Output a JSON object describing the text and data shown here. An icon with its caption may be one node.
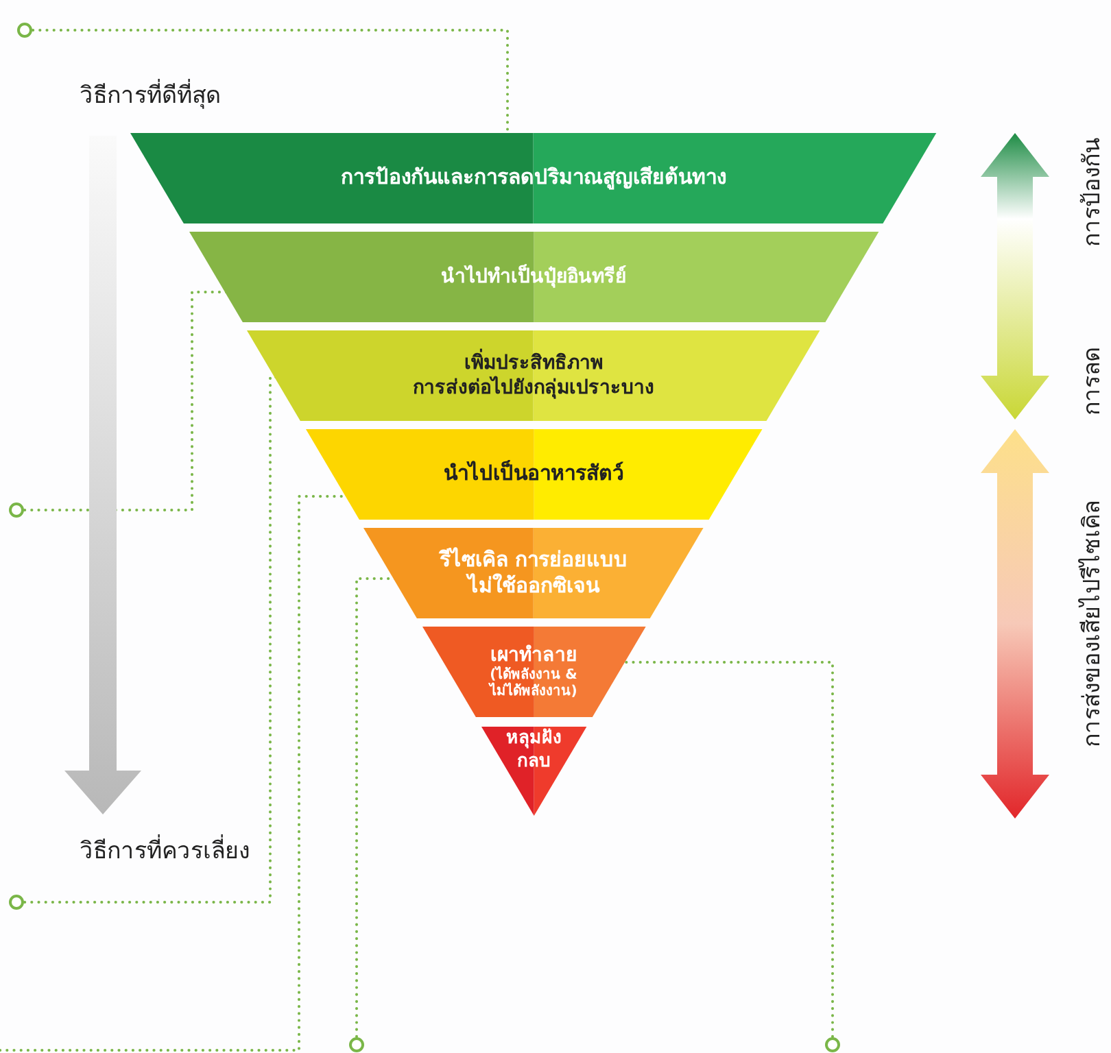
{
  "diagram": {
    "nodes": [
      {
        "text": [
          "การป้องกันและการลดปริมาณสูญเสียต้นทาง"
        ]
      },
      {
        "text": [
          "นำไปทำเป็นปุ๋ยอินทรีย์"
        ]
      },
      {
        "text": [
          "เพิ่มประสิทธิภาพ การส่งต่อไปยังกลุ่มเปราะบาง"
        ]
      },
      {
        "text": [
          "นำไปเป็นอาหารสัตว์"
        ]
      },
      {
        "text": [
          "รีไซเคิล การย่อยแบบ ไม่ใช้ออกซิเจน"
        ]
      },
      {
        "text": [
          "เผาทำลาย",
          "(ได้พลังงาน & ไม่ได้พลังงาน)"
        ]
      },
      {
        "text": [
          "หลุมฝัง กลบ"
        ]
      },
      {
        "text": [
          "วิธีการที่ดีที่สุด"
        ]
      },
      {
        "text": [
          "วิธีการที่ควรเลี่ยง"
        ]
      },
      {
        "text": [],
        "shape": "circle"
      },
      {
        "text": [],
        "shape": "circle"
      },
      {
        "text": [],
        "shape": "circle"
      },
      {
        "text": [],
        "shape": "circle"
      },
      {
        "text": [],
        "shape": "circle"
      }
    ],
    "edges": [
      {
        "from": 9,
        "to": 0,
        "arrow": "none",
        "style": "dashed"
      },
      {
        "from": 10,
        "to": 1,
        "arrow": "none",
        "style": "dashed"
      },
      {
        "from": 11,
        "to": 2,
        "arrow": "none",
        "style": "dashed"
      },
      {
        "from": null,
        "to": 3,
        "arrow": "none",
        "style": "dashed"
      },
      {
        "from": 12,
        "to": 4,
        "arrow": "none",
        "style": "dashed"
      },
      {
        "from": 13,
        "to": 5,
        "arrow": "none",
        "style": "dashed"
      },
      {
        "from": 7,
        "to": 8,
        "arrow": "to",
        "style": "thick",
        "color": "#b8b8b8"
      }
    ],
    "labels": [
      "การป้องกัน",
      "การลด",
      "การส่งของเสียไปรีไซเคิล"
    ]
  }
}
